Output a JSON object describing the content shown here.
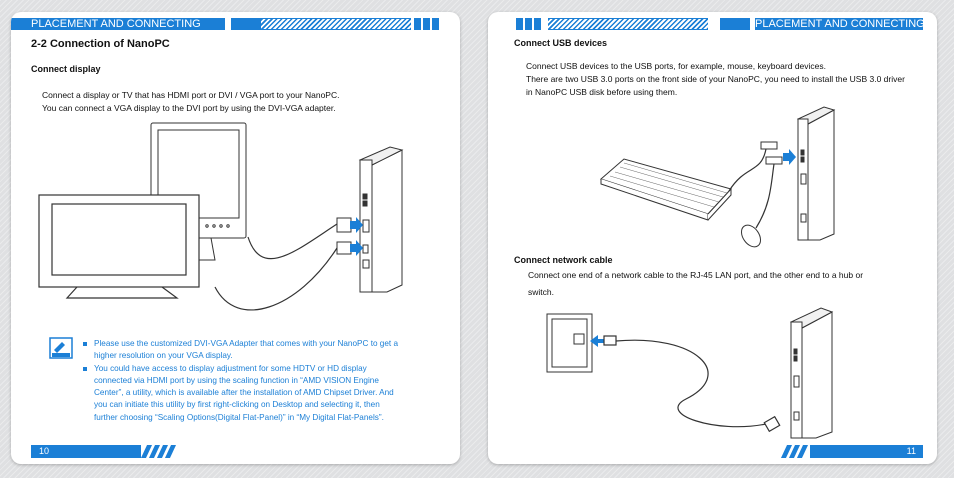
{
  "left": {
    "header_title": "PLACEMENT AND CONNECTING",
    "section_title": "2-2  Connection of NanoPC",
    "connect_display": {
      "heading": "Connect display",
      "lines": [
        "Connect a display or TV that has HDMI port or DVI / VGA port to your NanoPC.",
        "You can connect a VGA display to the DVI port by using the DVI-VGA adapter."
      ]
    },
    "note": {
      "icon_label": "NOTE",
      "items": [
        {
          "lines": [
            "Please use the customized DVI-VGA Adapter that comes with your NanoPC to get a",
            "higher resolution on your VGA display."
          ]
        },
        {
          "lines": [
            "You could have access to display adjustment for some HDTV or HD display",
            "connected via HDMI port by using the scaling function in “AMD VISION Engine",
            "Center”, a utility, which is available after the installation of AMD Chipset Driver. And",
            "you can initiate this utility by first right-clicking on Desktop and selecting it, then",
            "further choosing “Scaling Options(Digital Flat-Panel)” in “My Digital Flat-Panels”."
          ]
        }
      ]
    },
    "page_number": "10"
  },
  "right": {
    "header_title": "PLACEMENT AND CONNECTING",
    "connect_usb": {
      "heading": "Connect USB devices",
      "lines": [
        "Connect USB devices to the USB ports, for example, mouse, keyboard devices.",
        "There are two USB 3.0 ports on the front side of your NanoPC, you need to install the USB 3.0 driver",
        "in NanoPC USB disk before using them."
      ]
    },
    "connect_network": {
      "heading": "Connect network cable",
      "lines": [
        "Connect one end of a network cable to the RJ-45 LAN port, and the other end to a hub or",
        "switch."
      ]
    },
    "page_number": "11"
  },
  "colors": {
    "accent": "#1b7fd6",
    "line": "#333333"
  },
  "icons": {
    "note": "note-pencil-icon",
    "arrow": "blue-arrow-icon"
  }
}
